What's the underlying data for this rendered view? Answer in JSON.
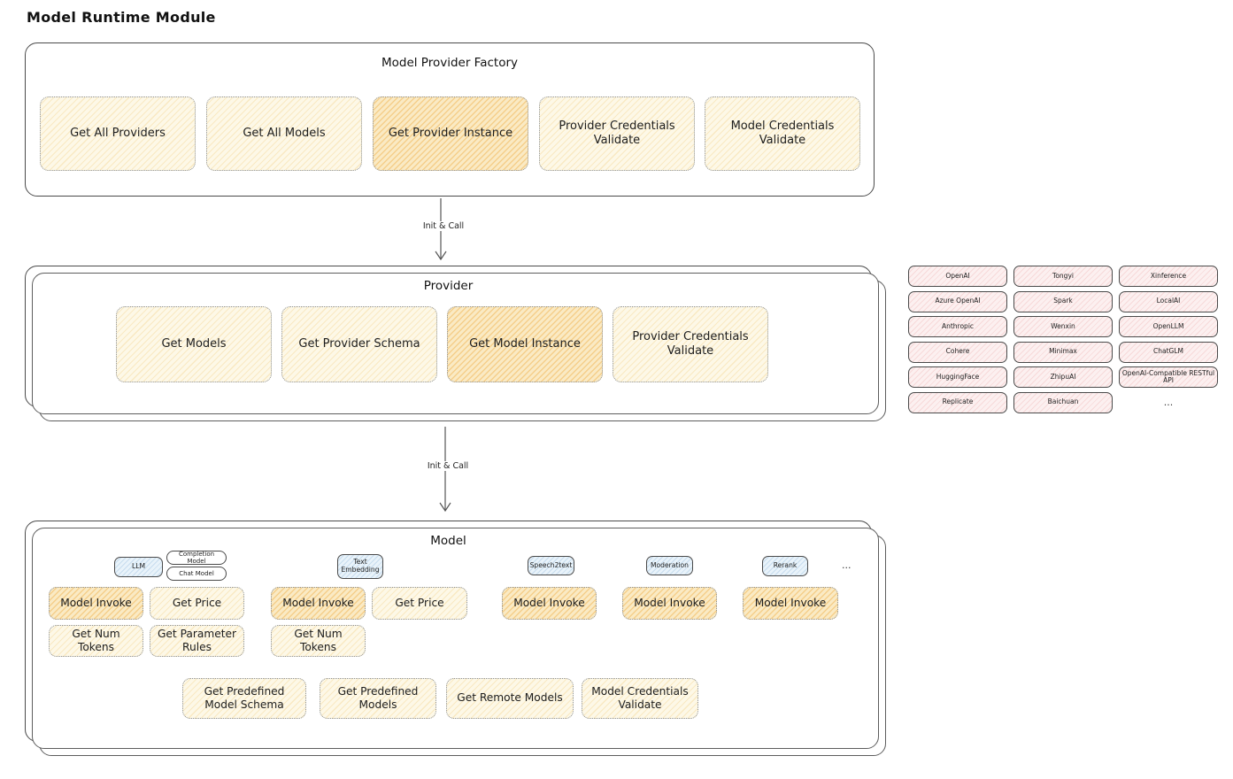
{
  "page": {
    "title": "Model Runtime Module"
  },
  "colors": {
    "yellow_fill": "#fdf8e7",
    "yellow_hatch": "#eec66c",
    "orange_fill": "#faeac4",
    "orange_hatch": "#eea83a",
    "pink_fill": "#fcf0f0",
    "pink_hatch": "#ea9e9e",
    "blue_fill": "#e9f3fa",
    "blue_hatch": "#80aed6",
    "border_dark": "#4a4a4a",
    "border_dotted": "#8d9196"
  },
  "factory": {
    "title": "Model Provider Factory",
    "buttons": [
      {
        "label": "Get All Providers",
        "highlighted": false
      },
      {
        "label": "Get All Models",
        "highlighted": false
      },
      {
        "label": "Get Provider Instance",
        "highlighted": true
      },
      {
        "label": "Provider Credentials Validate",
        "highlighted": false
      },
      {
        "label": "Model Credentials Validate",
        "highlighted": false
      }
    ]
  },
  "arrows": {
    "factory_to_provider": "Init & Call",
    "provider_to_model": "Init & Call"
  },
  "provider": {
    "title": "Provider",
    "buttons": [
      {
        "label": "Get Models",
        "highlighted": false
      },
      {
        "label": "Get Provider Schema",
        "highlighted": false
      },
      {
        "label": "Get Model Instance",
        "highlighted": true
      },
      {
        "label": "Provider Credentials Validate",
        "highlighted": false
      }
    ]
  },
  "providers_list": {
    "items": [
      "OpenAI",
      "Tongyi",
      "Xinference",
      "Azure OpenAI",
      "Spark",
      "LocalAI",
      "Anthropic",
      "Wenxin",
      "OpenLLM",
      "Cohere",
      "Minimax",
      "ChatGLM",
      "HuggingFace",
      "ZhipuAI",
      "OpenAI-Compatible RESTful API",
      "Replicate",
      "Baichuan"
    ],
    "more": "..."
  },
  "model": {
    "title": "Model",
    "groups": {
      "llm": {
        "badge": "LLM",
        "sub_badges": [
          "Completion Model",
          "Chat Model"
        ],
        "ops": [
          "Model Invoke",
          "Get Price",
          "Get Num Tokens",
          "Get Parameter Rules"
        ]
      },
      "text_embedding": {
        "badge": "Text Embedding",
        "ops": [
          "Model Invoke",
          "Get Price",
          "Get Num Tokens"
        ]
      },
      "speech2text": {
        "badge": "Speech2text",
        "ops": [
          "Model Invoke"
        ]
      },
      "moderation": {
        "badge": "Moderation",
        "ops": [
          "Model Invoke"
        ]
      },
      "rerank": {
        "badge": "Rerank",
        "ops": [
          "Model Invoke"
        ]
      }
    },
    "more": "...",
    "footer_ops": [
      "Get Predefined Model Schema",
      "Get Predefined Models",
      "Get Remote Models",
      "Model Credentials Validate"
    ]
  }
}
